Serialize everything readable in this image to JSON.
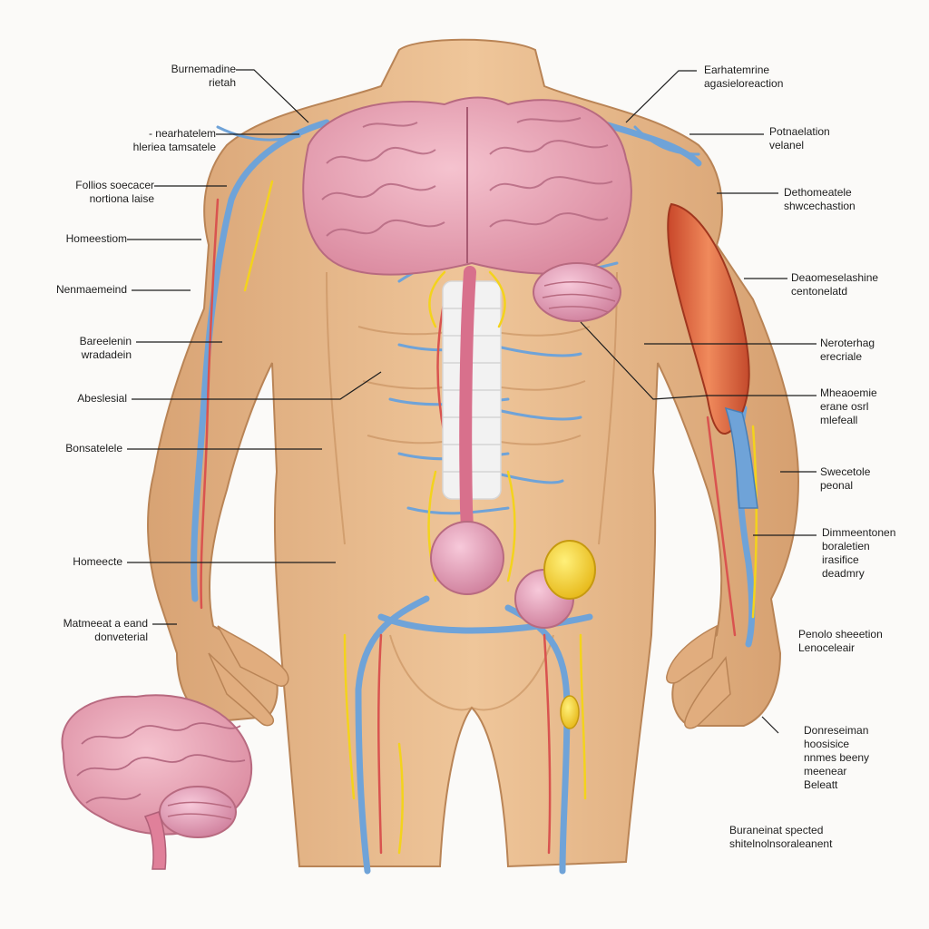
{
  "colors": {
    "background": "#fbfaf8",
    "skin": "#e6b98b",
    "skin_shadow": "#c98f5e",
    "brain": "#ec9fb3",
    "vein": "#6fa3d8",
    "artery": "#d9534f",
    "nerve": "#f3d31c",
    "muscle": "#e0643a"
  },
  "labels_left": [
    {
      "name": "label-left-1",
      "text": "Burnemadine\nrietah"
    },
    {
      "name": "label-left-2",
      "text": "- nearhatelem\nhleriea tamsatele"
    },
    {
      "name": "label-left-3",
      "text": "Follios soecacer\nnortiona laise"
    },
    {
      "name": "label-left-4",
      "text": "Homeestiom"
    },
    {
      "name": "label-left-5",
      "text": "Nenmaemeind"
    },
    {
      "name": "label-left-6",
      "text": "Bareelenin\nwradadein"
    },
    {
      "name": "label-left-7",
      "text": "Abeslesial"
    },
    {
      "name": "label-left-8",
      "text": "Bonsatelele"
    },
    {
      "name": "label-left-9",
      "text": "Homeecte"
    },
    {
      "name": "label-left-10",
      "text": "Matmeeat a eand\ndonveterial"
    }
  ],
  "labels_right": [
    {
      "name": "label-right-1",
      "text": "Earhatemrine\nagasieloreaction"
    },
    {
      "name": "label-right-2",
      "text": "Potnaelation\nvelanel"
    },
    {
      "name": "label-right-3",
      "text": "Dethomeatele\nshwcechastion"
    },
    {
      "name": "label-right-4",
      "text": "Deaomeselashine\ncentonelatd"
    },
    {
      "name": "label-right-5",
      "text": "Neroterhag\nerecriale"
    },
    {
      "name": "label-right-6",
      "text": "Mheaoemie\nerane osrl\nmlefeall"
    },
    {
      "name": "label-right-7",
      "text": "Swecetole\npeonal"
    },
    {
      "name": "label-right-8",
      "text": "Dimmeentonen\nboraletien\nirasifice\ndeadmry"
    },
    {
      "name": "label-right-9",
      "text": "Penolo sheeetion\nLenoceleair"
    },
    {
      "name": "label-right-10",
      "text": "Donreseiman\nhoosisice\nnnmes beeny\nmeenear\nBeleatt"
    },
    {
      "name": "label-right-11",
      "text": "Buraneinat spected\nshitelnolnsoraleanent"
    }
  ]
}
